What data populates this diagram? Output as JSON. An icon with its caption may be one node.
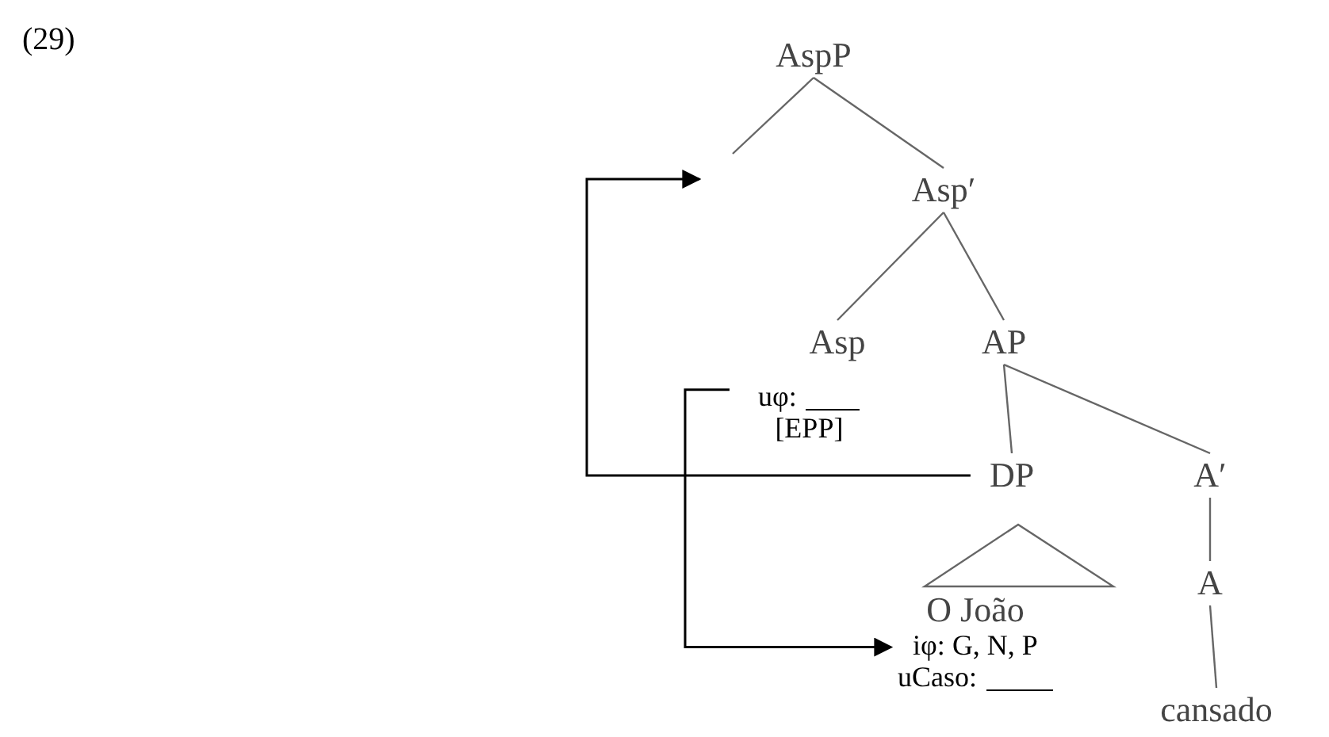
{
  "diagram": {
    "nodes": [
      {
        "text": [
          "AspP"
        ]
      },
      {
        "text": [
          "Asp′"
        ]
      },
      {
        "text": [
          "Asp"
        ]
      },
      {
        "text": [
          "uφ:",
          "[EPP]"
        ]
      },
      {
        "text": [
          "AP"
        ]
      },
      {
        "text": [
          "DP"
        ]
      },
      {
        "text": [
          "A′"
        ]
      },
      {
        "text": [
          "O João",
          "iφ: G, N, P",
          "uCaso:"
        ]
      },
      {
        "text": [
          "A"
        ]
      },
      {
        "text": [
          "cansado"
        ]
      }
    ],
    "edges": [
      {
        "from": 0,
        "to": null,
        "arrow": "none"
      },
      {
        "from": 0,
        "to": 1,
        "arrow": "none"
      },
      {
        "from": 1,
        "to": 2,
        "arrow": "none"
      },
      {
        "from": 1,
        "to": 4,
        "arrow": "none"
      },
      {
        "from": 4,
        "to": 5,
        "arrow": "none"
      },
      {
        "from": 4,
        "to": 6,
        "arrow": "none"
      },
      {
        "from": 5,
        "to": 7,
        "arrow": "none"
      },
      {
        "from": 6,
        "to": 8,
        "arrow": "none"
      },
      {
        "from": 8,
        "to": 9,
        "arrow": "none"
      },
      {
        "from": 5,
        "to": null,
        "arrow": "to",
        "color": "#000000"
      },
      {
        "from": 3,
        "to": 7,
        "arrow": "to",
        "color": "#000000"
      }
    ],
    "labels": [
      "(29)"
    ]
  }
}
